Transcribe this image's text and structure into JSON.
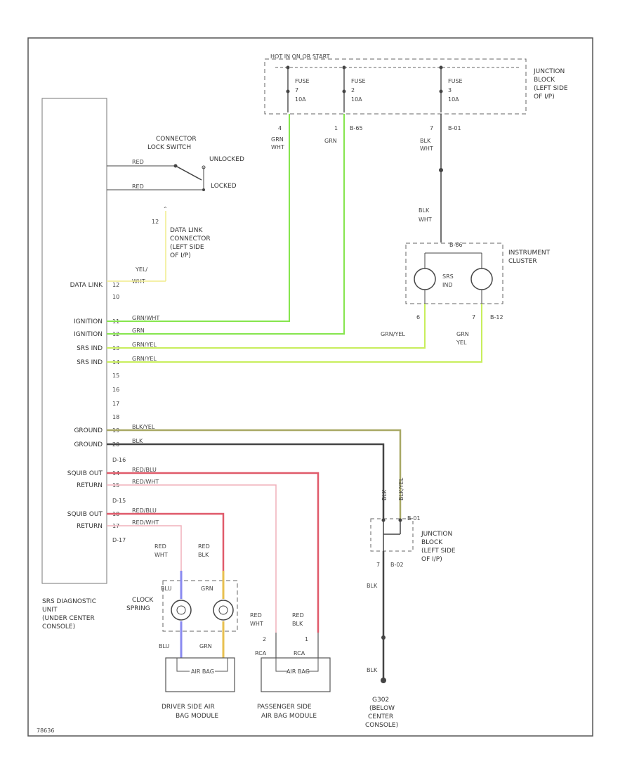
{
  "diagram": {
    "diagram_id": "78636",
    "fuse_box_header": "HOT IN ON OR START",
    "junction_block_top": [
      "JUNCTION",
      "BLOCK",
      "(LEFT SIDE",
      "OF I/P)"
    ],
    "fuses": [
      {
        "name": "FUSE",
        "num": "7",
        "amp": "10A"
      },
      {
        "name": "FUSE",
        "num": "2",
        "amp": "10A"
      },
      {
        "name": "FUSE",
        "num": "3",
        "amp": "10A"
      }
    ],
    "fuse_pins": [
      {
        "pin": "4",
        "conn": ""
      },
      {
        "pin": "1",
        "conn": "B-65"
      },
      {
        "pin": "7",
        "conn": "B-01"
      }
    ],
    "fuse_wire_colors": [
      [
        "GRN",
        "WHT"
      ],
      [
        "GRN"
      ],
      [
        "BLK",
        "WHT"
      ]
    ],
    "cluster_wire_color": [
      "BLK",
      "WHT"
    ],
    "cluster_conn": "B-66",
    "instrument_cluster": [
      "INSTRUMENT",
      "CLUSTER"
    ],
    "srs_ind": [
      "SRS",
      "IND"
    ],
    "cluster_pins": [
      {
        "pin": "6",
        "conn": ""
      },
      {
        "pin": "7",
        "conn": "B-12"
      }
    ],
    "cluster_out_colors": [
      [
        "GRN/YEL"
      ],
      [
        "GRN",
        "YEL"
      ]
    ],
    "connector_lock_switch": [
      "CONNECTOR",
      "LOCK SWITCH"
    ],
    "unlocked": "UNLOCKED",
    "locked": "LOCKED",
    "lock_wire": [
      "RED",
      "RED"
    ],
    "data_link_pin": "12",
    "data_link_connector": [
      "DATA LINK",
      "CONNECTOR",
      "(LEFT SIDE",
      "OF I/P)"
    ],
    "data_link_color": [
      "YEL/",
      "WHT"
    ],
    "srs_unit_title": [
      "SRS DIAGNOSTIC",
      "UNIT",
      "(UNDER CENTER",
      "CONSOLE)"
    ],
    "srs_rows": [
      {
        "label": "DATA LINK",
        "pin": "12",
        "color": "WHT"
      },
      {
        "label": "",
        "pin": "10",
        "color": ""
      },
      {
        "label": "IGNITION",
        "pin": "11",
        "color": "GRN/WHT"
      },
      {
        "label": "IGNITION",
        "pin": "12",
        "color": "GRN"
      },
      {
        "label": "SRS IND",
        "pin": "13",
        "color": "GRN/YEL"
      },
      {
        "label": "SRS IND",
        "pin": "14",
        "color": "GRN/YEL"
      },
      {
        "label": "",
        "pin": "15",
        "color": ""
      },
      {
        "label": "",
        "pin": "16",
        "color": ""
      },
      {
        "label": "",
        "pin": "17",
        "color": ""
      },
      {
        "label": "",
        "pin": "18",
        "color": ""
      },
      {
        "label": "GROUND",
        "pin": "19",
        "color": "BLK/YEL"
      },
      {
        "label": "GROUND",
        "pin": "20",
        "color": "BLK"
      },
      {
        "label": "",
        "pin": "D-16",
        "color": ""
      },
      {
        "label": "SQUIB OUT",
        "pin": "14",
        "color": "RED/BLU"
      },
      {
        "label": "RETURN",
        "pin": "15",
        "color": "RED/WHT"
      },
      {
        "label": "",
        "pin": "D-15",
        "color": ""
      },
      {
        "label": "SQUIB OUT",
        "pin": "18",
        "color": "RED/BLU"
      },
      {
        "label": "RETURN",
        "pin": "17",
        "color": "RED/WHT"
      },
      {
        "label": "",
        "pin": "D-17",
        "color": ""
      }
    ],
    "clock_spring_in": [
      [
        "RED",
        "WHT"
      ],
      [
        "RED",
        "BLK"
      ]
    ],
    "clock_spring": [
      "CLOCK",
      "SPRING"
    ],
    "clock_spring_pins": [
      "BLU",
      "GRN"
    ],
    "clock_spring_out": [
      "BLU",
      "GRN"
    ],
    "driver_module": [
      "DRIVER SIDE AIR",
      "BAG MODULE"
    ],
    "passenger_in": [
      [
        "RED",
        "WHT"
      ],
      [
        "RED",
        "BLK"
      ]
    ],
    "passenger_pins": [
      "2",
      "1"
    ],
    "passenger_wire": [
      "RCA",
      "RCA"
    ],
    "passenger_module": [
      "PASSENGER SIDE",
      "AIR BAG MODULE"
    ],
    "driver_inner": "AIR BAG",
    "passenger_inner": "AIR BAG",
    "ground_colors_in": [
      "BLK",
      "BLK/YEL"
    ],
    "jb_bottom_conn": "B-01",
    "jb_bottom": [
      "JUNCTION",
      "BLOCK",
      "(LEFT SIDE",
      "OF I/P)"
    ],
    "jb_bottom_pin": {
      "pin": "7",
      "conn": "B-02"
    },
    "ground_wire": "BLK",
    "ground_wire_2": "BLK",
    "ground_label": [
      "G302",
      "(BELOW",
      "CENTER",
      "CONSOLE)"
    ]
  },
  "colors": {
    "green": "#86e54e",
    "green_yellow": "#c8ee5c",
    "yellow": "#f0ec8a",
    "red": "#e05a6a",
    "pink": "#f1b0bb",
    "black": "#444444",
    "olive": "#a8a864",
    "blue": "#8a8af0",
    "orange": "#e8c050"
  }
}
